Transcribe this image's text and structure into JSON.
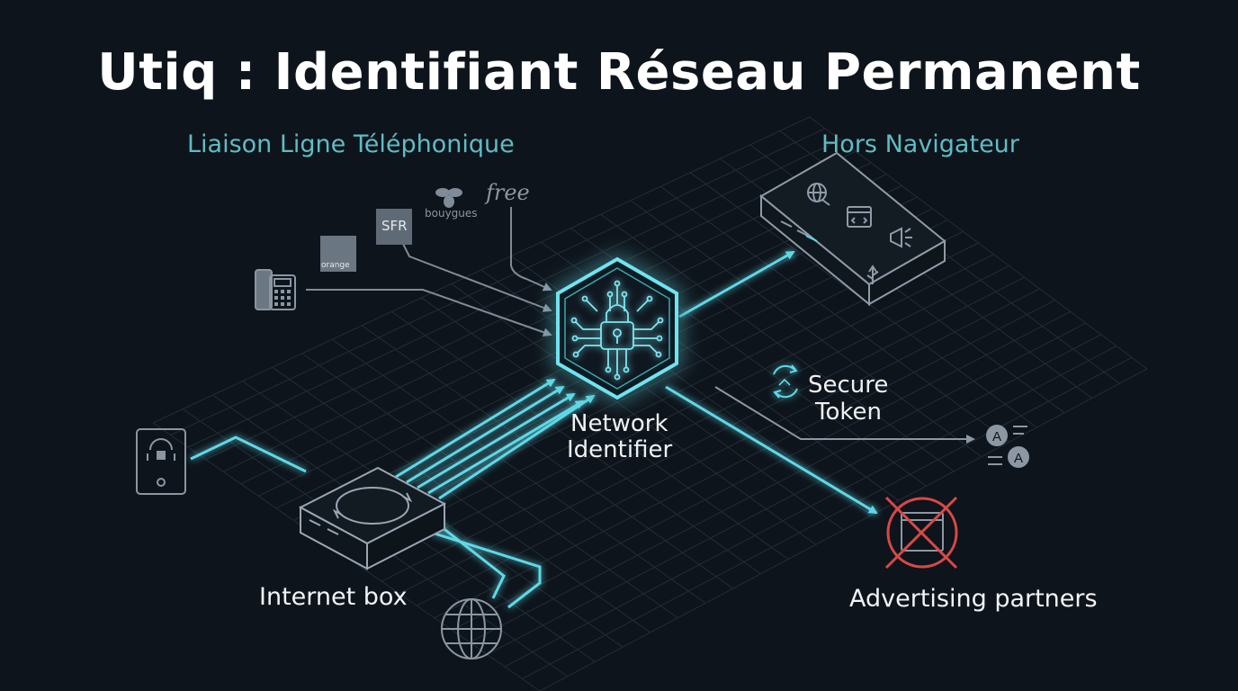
{
  "title": "Utiq : Identifiant Réseau Permanent",
  "sections": {
    "left": "Liaison Ligne Téléphonique",
    "right": "Hors Navigateur"
  },
  "operators": [
    "orange",
    "SFR",
    "bouygues",
    "free"
  ],
  "labels": {
    "network_identifier_line1": "Network",
    "network_identifier_line2": "Identifier",
    "secure_token_line1": "Secure",
    "secure_token_line2": "Token",
    "internet_box": "Internet box",
    "advertising_partners": "Advertising partners",
    "translate_a": "A"
  },
  "colors": {
    "background": "#0e141b",
    "accent": "#5fd8e6",
    "blocked": "#d94848",
    "grid": "#2a3440"
  }
}
